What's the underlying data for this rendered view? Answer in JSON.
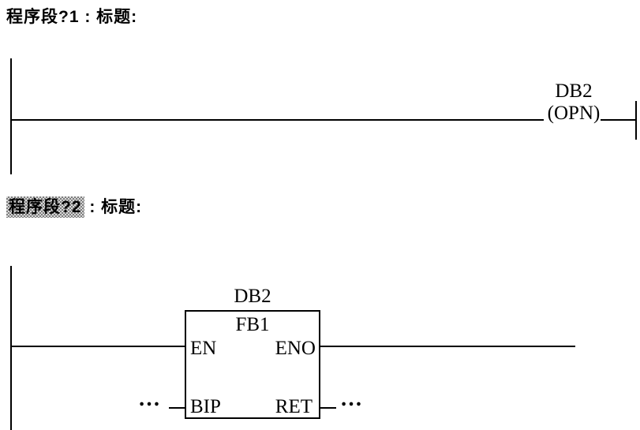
{
  "colors": {
    "background": "#ffffff",
    "line": "#000000",
    "selection_dither": "#7d7d7d"
  },
  "network1": {
    "title": "程序段?1 : 标题:",
    "rung": {
      "coil_operand": "DB2",
      "coil_instruction": "(OPN)"
    }
  },
  "network2": {
    "title_selected": "程序段?2",
    "title_rest": " : 标题:",
    "block": {
      "db_operand": "DB2",
      "fb_name": "FB1",
      "input_en": "EN",
      "output_eno": "ENO",
      "input_bip": "BIP",
      "output_ret": "RET",
      "input_unassigned": "…",
      "output_unassigned": "…"
    }
  }
}
